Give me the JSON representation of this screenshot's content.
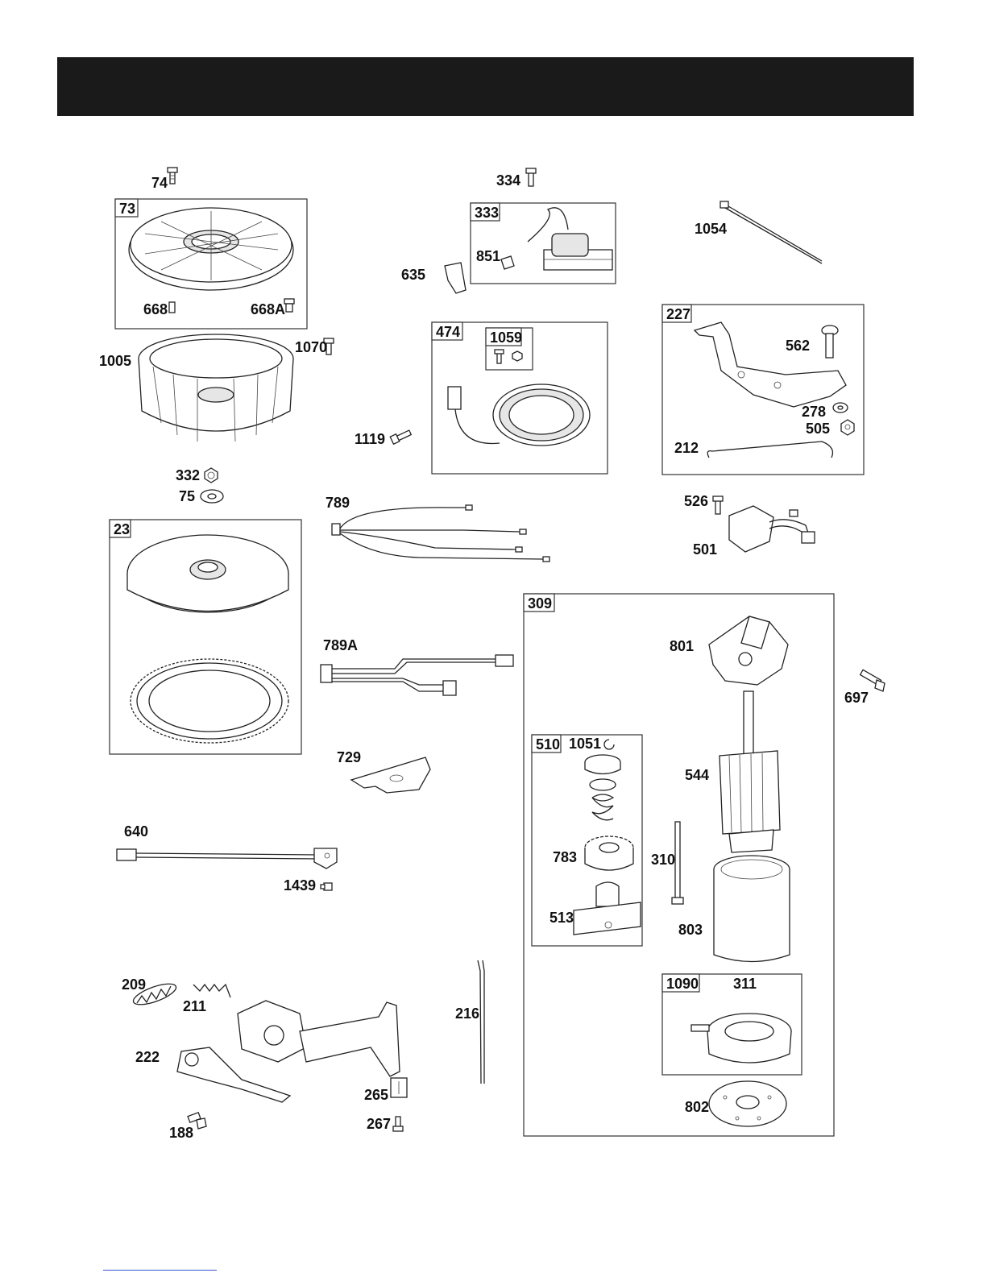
{
  "page": {
    "header_title": ""
  },
  "labels": {
    "p74": "74",
    "p73": "73",
    "p668": "668",
    "p668A": "668A",
    "p1005": "1005",
    "p1070": "1070",
    "p332": "332",
    "p75": "75",
    "p23": "23",
    "p334": "334",
    "p333": "333",
    "p851": "851",
    "p635": "635",
    "p474": "474",
    "p1059": "1059",
    "p1119": "1119",
    "p1054": "1054",
    "p227": "227",
    "p562": "562",
    "p278": "278",
    "p505": "505",
    "p212": "212",
    "p789": "789",
    "p789A": "789A",
    "p729": "729",
    "p526": "526",
    "p501": "501",
    "p309": "309",
    "p801": "801",
    "p697": "697",
    "p510": "510",
    "p1051": "1051",
    "p544": "544",
    "p783": "783",
    "p310": "310",
    "p513": "513",
    "p803": "803",
    "p1090": "1090",
    "p311": "311",
    "p802": "802",
    "p640": "640",
    "p1439": "1439",
    "p209": "209",
    "p211": "211",
    "p222": "222",
    "p216": "216",
    "p265": "265",
    "p267": "267",
    "p188": "188"
  }
}
